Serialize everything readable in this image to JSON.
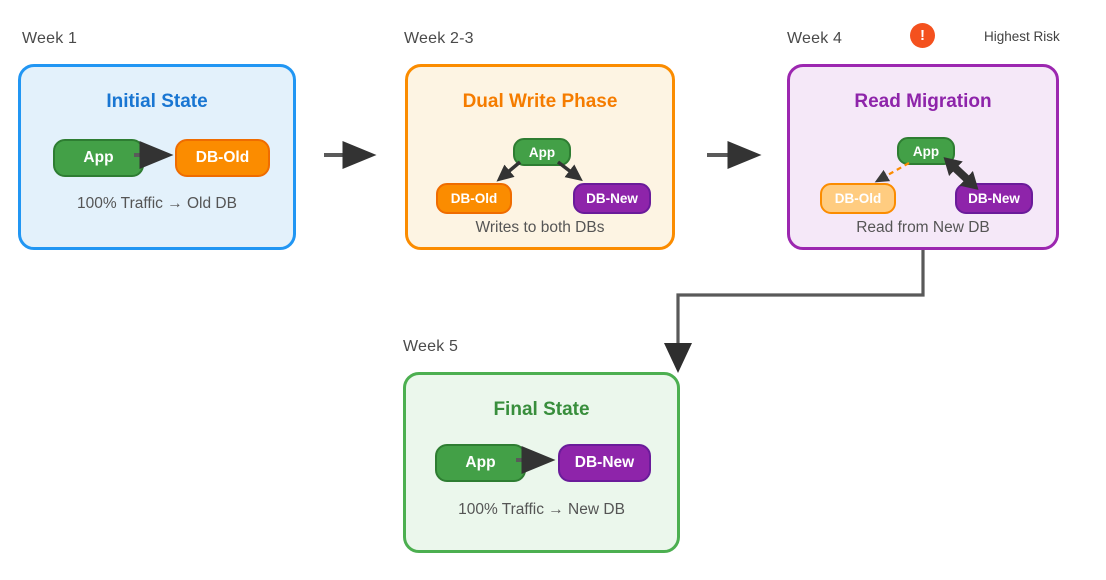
{
  "risk_badge": {
    "icon": "!",
    "label": "Highest Risk"
  },
  "panels": [
    {
      "week": "Week 1",
      "title": "Initial State",
      "caption": "100% Traffic → Old DB",
      "nodes": {
        "app": "App",
        "db_old": "DB-Old"
      }
    },
    {
      "week": "Week 2-3",
      "title": "Dual Write Phase",
      "caption": "Writes to both DBs",
      "nodes": {
        "app": "App",
        "db_old": "DB-Old",
        "db_new": "DB-New"
      }
    },
    {
      "week": "Week 4",
      "title": "Read Migration",
      "caption": "Read from New DB",
      "nodes": {
        "app": "App",
        "db_old": "DB-Old",
        "db_new": "DB-New"
      }
    },
    {
      "week": "Week 5",
      "title": "Final State",
      "caption": "100% Traffic → New DB",
      "nodes": {
        "app": "App",
        "db_new": "DB-New"
      }
    }
  ],
  "connections": [
    {
      "from": "Initial State",
      "to": "Dual Write Phase",
      "style": "solid-arrow"
    },
    {
      "from": "Dual Write Phase",
      "to": "Read Migration",
      "style": "solid-arrow"
    },
    {
      "from": "Read Migration",
      "to": "Final State",
      "style": "elbow-arrow"
    },
    {
      "panel": "Initial State",
      "from": "App",
      "to": "DB-Old",
      "style": "solid"
    },
    {
      "panel": "Dual Write Phase",
      "from": "App",
      "to": "DB-Old",
      "style": "solid"
    },
    {
      "panel": "Dual Write Phase",
      "from": "App",
      "to": "DB-New",
      "style": "solid"
    },
    {
      "panel": "Read Migration",
      "from": "App",
      "to": "DB-Old",
      "style": "dashed-orange"
    },
    {
      "panel": "Read Migration",
      "from": "App",
      "to": "DB-New",
      "style": "thick-bidirectional"
    },
    {
      "panel": "Final State",
      "from": "App",
      "to": "DB-New",
      "style": "solid"
    }
  ],
  "colors": {
    "panel_initial": {
      "border": "#2196f3",
      "background": "#e3f1fb",
      "title": "#1976d2"
    },
    "panel_dual_write": {
      "border": "#fb8c00",
      "background": "#fdf4e3",
      "title": "#f57c00"
    },
    "panel_read_migration": {
      "border": "#9c27b0",
      "background": "#f5e8f8",
      "title": "#8e24aa"
    },
    "panel_final": {
      "border": "#4caf50",
      "background": "#ebf7ec",
      "title": "#388e3c"
    },
    "node_app": "#43a047",
    "node_db_old": "#fb8c00",
    "node_db_old_faded": "#ffcc80",
    "node_db_new": "#8e24aa",
    "risk_badge": "#f4511e",
    "caption_text": "#555555",
    "arrow": "#333333"
  }
}
